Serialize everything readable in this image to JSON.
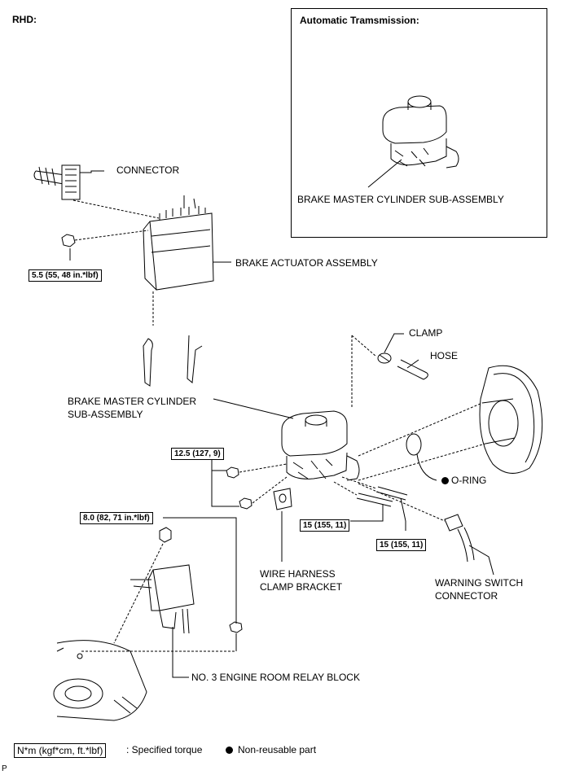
{
  "header": {
    "rhd": "RHD:"
  },
  "inset": {
    "title": "Automatic Tramsmission:",
    "part_label": "BRAKE MASTER CYLINDER SUB-ASSEMBLY"
  },
  "labels": {
    "connector": "CONNECTOR",
    "brake_actuator": "BRAKE ACTUATOR ASSEMBLY",
    "clamp": "CLAMP",
    "hose": "HOSE",
    "master_cyl_line1": "BRAKE MASTER CYLINDER",
    "master_cyl_line2": "SUB-ASSEMBLY",
    "o_ring": "O-RING",
    "wire_bracket_line1": "WIRE HARNESS",
    "wire_bracket_line2": "CLAMP BRACKET",
    "warning_line1": "WARNING SWITCH",
    "warning_line2": "CONNECTOR",
    "relay_block": "NO. 3 ENGINE ROOM RELAY BLOCK"
  },
  "torques": {
    "actuator_nut": "5.5 (55, 48 in.*lbf)",
    "master_nuts": "12.5 (127, 9)",
    "relay_bolt": "8.0 (82, 71 in.*lbf)",
    "tube_a": "15 (155, 11)",
    "tube_b": "15 (155, 11)"
  },
  "legend": {
    "torque_unit": "N*m (kgf*cm, ft.*lbf)",
    "torque_desc": ": Specified torque",
    "nonreusable": "Non-reusable part"
  },
  "footer": {
    "code": "P"
  }
}
